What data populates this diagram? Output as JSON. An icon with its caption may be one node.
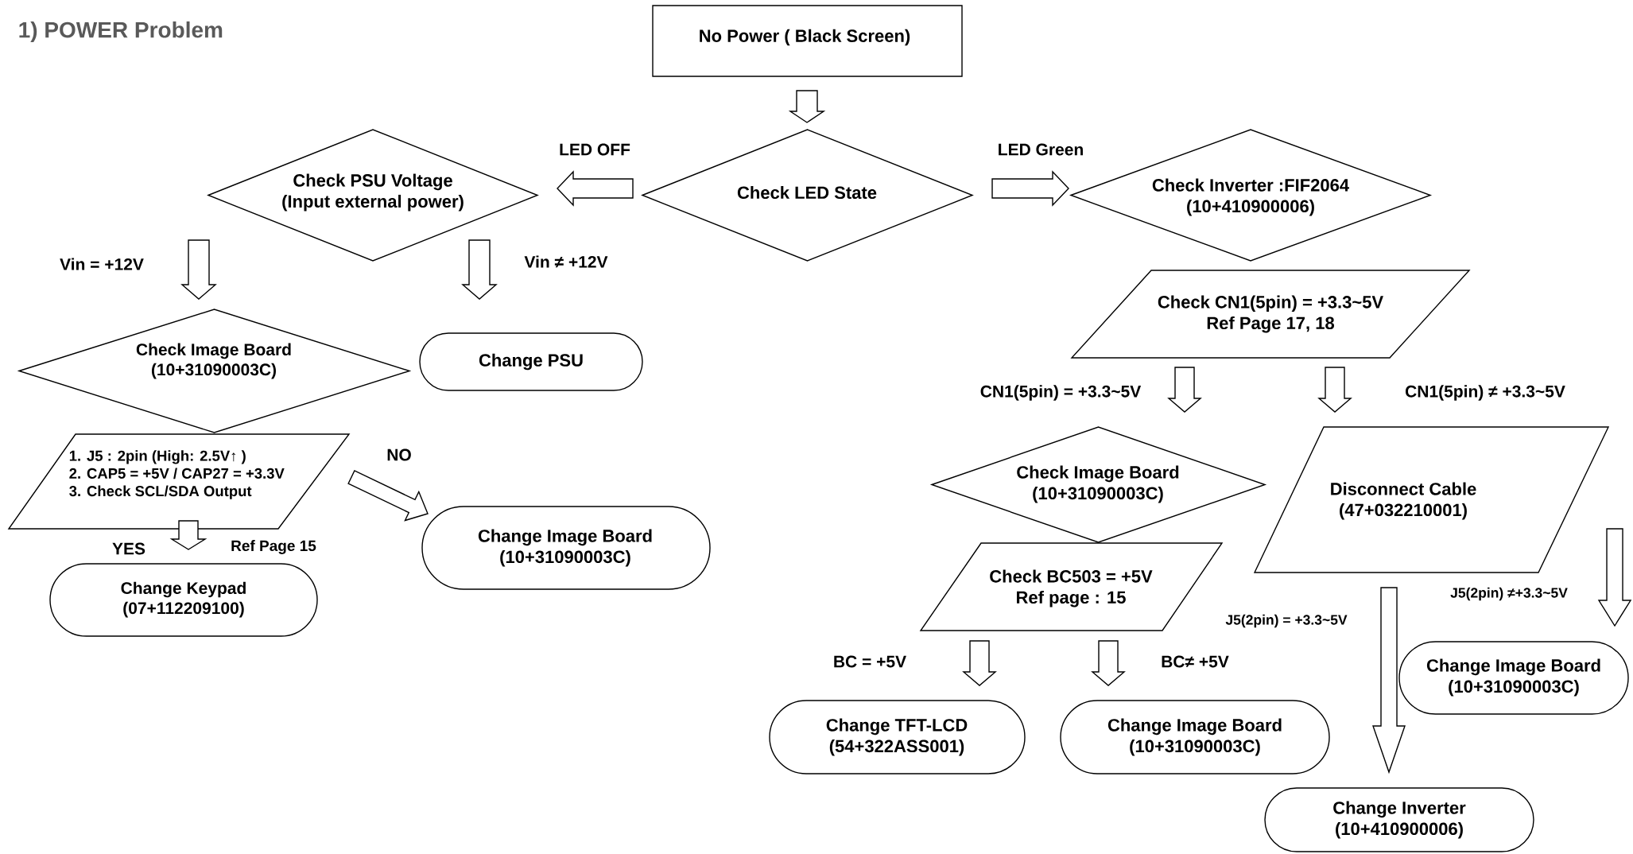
{
  "diagram": {
    "title": "1) POWER Problem",
    "nodes": [
      {
        "text": [
          "No Power ( Black Screen)"
        ]
      },
      {
        "text": [
          "Check LED State"
        ]
      },
      {
        "text": [
          "Check PSU Voltage",
          "(Input external power)"
        ]
      },
      {
        "text": [
          "Check Inverter :FIF2064",
          "(10+410900006)"
        ]
      },
      {
        "text": [
          "Check Image Board",
          "(10+31090003C)"
        ]
      },
      {
        "text": [
          "Change PSU"
        ]
      },
      {
        "text": [
          "1. J5 : 2pin (High: 2.5V↑ )",
          "2. CAP5 = +5V / CAP27 = +3.3V",
          "3. Check SCL/SDA Output"
        ]
      },
      {
        "text": [
          "Change Image Board",
          "(10+31090003C)"
        ]
      },
      {
        "text": [
          "Change Keypad",
          "(07+112209100)"
        ]
      },
      {
        "text": [
          "Check CN1(5pin) = +3.3~5V",
          "Ref Page 17, 18"
        ]
      },
      {
        "text": [
          "Check Image Board",
          "(10+31090003C)"
        ]
      },
      {
        "text": [
          "Disconnect Cable",
          "(47+032210001)"
        ]
      },
      {
        "text": [
          "Check BC503 = +5V",
          "Ref page : 15"
        ]
      },
      {
        "text": [
          "Change TFT-LCD",
          "(54+322ASS001)"
        ]
      },
      {
        "text": [
          "Change Image Board",
          "(10+31090003C)"
        ]
      },
      {
        "text": [
          "Change Image Board",
          "(10+31090003C)"
        ]
      },
      {
        "text": [
          "Change Inverter",
          "(10+410900006)"
        ]
      }
    ],
    "edges": [
      {
        "from": 0,
        "to": 1,
        "arrow": "to"
      },
      {
        "from": 1,
        "to": 2,
        "arrow": "to",
        "label": "LED OFF"
      },
      {
        "from": 1,
        "to": 3,
        "arrow": "to",
        "label": "LED Green"
      },
      {
        "from": 2,
        "to": 4,
        "arrow": "to",
        "label": "Vin = +12V"
      },
      {
        "from": 2,
        "to": 5,
        "arrow": "to",
        "label": "Vin ≠ +12V"
      },
      {
        "from": 6,
        "to": 8,
        "arrow": "to",
        "label": "YES"
      },
      {
        "from": 6,
        "to": 7,
        "arrow": "to",
        "label": "NO"
      },
      {
        "from": 9,
        "to": 10,
        "arrow": "to",
        "label": "CN1(5pin) = +3.3~5V"
      },
      {
        "from": 9,
        "to": 11,
        "arrow": "to",
        "label": "CN1(5pin) ≠ +3.3~5V"
      },
      {
        "from": 12,
        "to": 13,
        "arrow": "to",
        "label": "BC = +5V"
      },
      {
        "from": 12,
        "to": 14,
        "arrow": "to",
        "label": "BC≠ +5V"
      },
      {
        "from": 11,
        "to": 16,
        "arrow": "to",
        "label": "J5(2pin) = +3.3~5V"
      },
      {
        "from": 11,
        "to": 15,
        "arrow": "to",
        "label": "J5(2pin) ≠+3.3~5V"
      }
    ],
    "labels": [
      "Ref Page 15"
    ]
  }
}
